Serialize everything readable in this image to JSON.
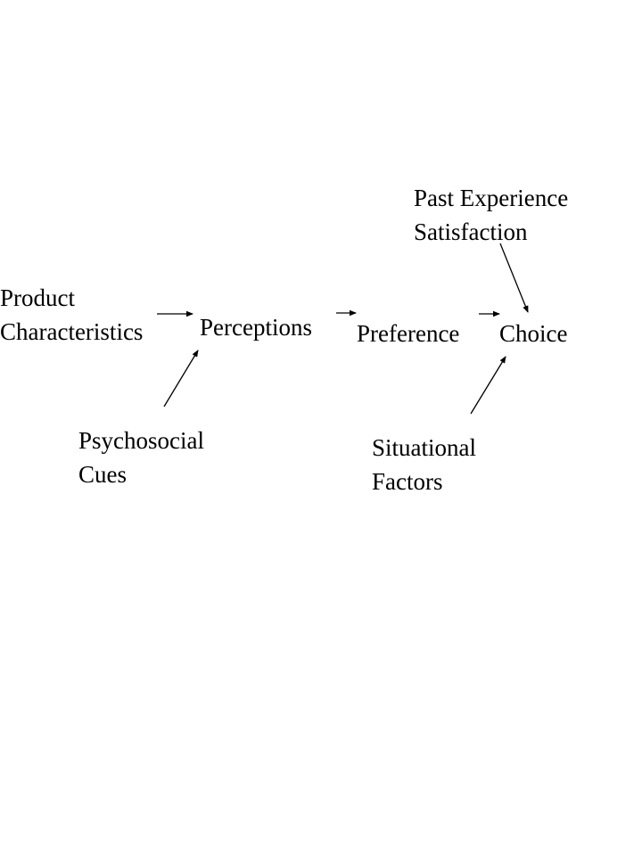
{
  "nodes": {
    "past_experience": {
      "line1": "Past Experience",
      "line2": "Satisfaction"
    },
    "product_characteristics": {
      "line1": "Product",
      "line2": "Characteristics"
    },
    "perceptions": {
      "label": "Perceptions"
    },
    "preference": {
      "label": "Preference"
    },
    "choice": {
      "label": "Choice"
    },
    "psychosocial_cues": {
      "line1": "Psychosocial",
      "line2": "Cues"
    },
    "situational_factors": {
      "line1": "Situational",
      "line2": "Factors"
    }
  },
  "edges": [
    {
      "from": "product_characteristics",
      "to": "perceptions"
    },
    {
      "from": "psychosocial_cues",
      "to": "perceptions"
    },
    {
      "from": "perceptions",
      "to": "preference"
    },
    {
      "from": "preference",
      "to": "choice"
    },
    {
      "from": "past_experience",
      "to": "choice"
    },
    {
      "from": "situational_factors",
      "to": "choice"
    }
  ],
  "colors": {
    "ink": "#000000",
    "background": "#ffffff"
  }
}
